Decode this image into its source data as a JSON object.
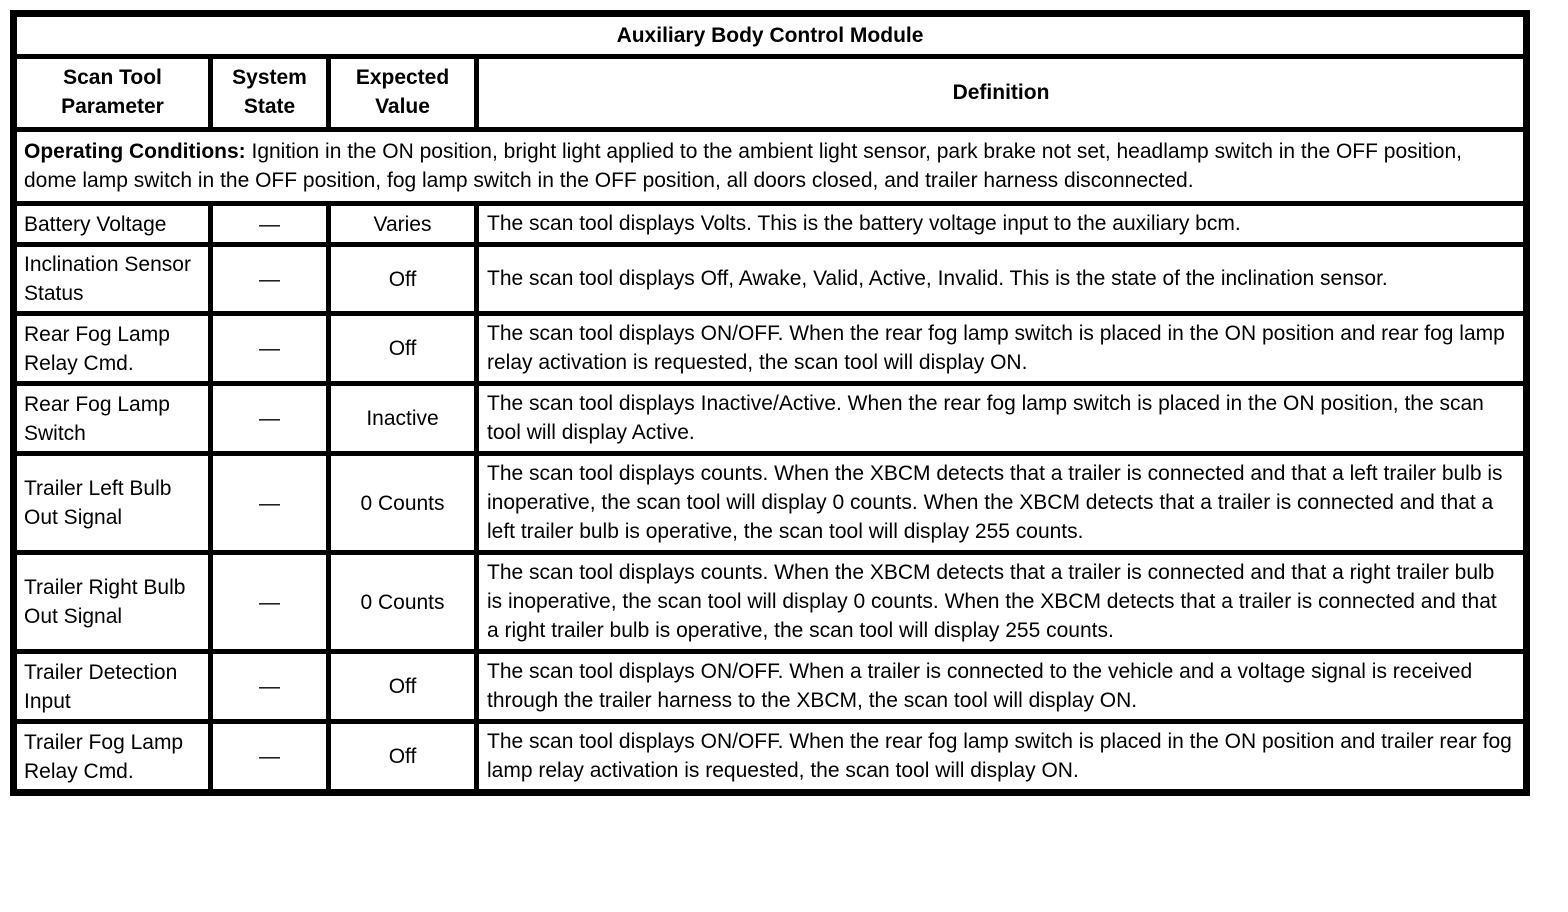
{
  "table": {
    "title": "Auxiliary Body Control Module",
    "columns": [
      "Scan Tool Parameter",
      "System State",
      "Expected Value",
      "Definition"
    ],
    "operating_conditions": {
      "label": "Operating Conditions:",
      "text": " Ignition in the ON position, bright light applied to the ambient light sensor, park brake not set, headlamp switch in the OFF position, dome lamp switch in the OFF position, fog lamp switch in the OFF position, all doors closed, and trailer harness disconnected."
    },
    "rows": [
      {
        "parameter": "Battery Voltage",
        "system_state": "—",
        "expected_value": "Varies",
        "definition": "The scan tool displays Volts. This is the battery voltage input to the auxiliary bcm."
      },
      {
        "parameter": "Inclination Sensor Status",
        "system_state": "—",
        "expected_value": "Off",
        "definition": "The scan tool displays Off, Awake, Valid, Active, Invalid. This is the state of the inclination sensor."
      },
      {
        "parameter": "Rear Fog Lamp Relay Cmd.",
        "system_state": "—",
        "expected_value": "Off",
        "definition": "The scan tool displays ON/OFF. When the rear fog lamp switch is placed in the ON position and rear fog lamp relay activation is requested, the scan tool will display ON."
      },
      {
        "parameter": "Rear Fog Lamp Switch",
        "system_state": "—",
        "expected_value": "Inactive",
        "definition": "The scan tool displays Inactive/Active. When the rear fog lamp switch is placed in the ON position, the scan tool will display Active."
      },
      {
        "parameter": "Trailer Left Bulb Out Signal",
        "system_state": "—",
        "expected_value": "0 Counts",
        "definition": "The scan tool displays counts. When the XBCM detects that a trailer is connected and that a left trailer bulb is inoperative, the scan tool will display 0 counts. When the XBCM detects that a trailer is connected and that a left trailer bulb is operative, the scan tool will display 255 counts."
      },
      {
        "parameter": "Trailer Right Bulb Out Signal",
        "system_state": "—",
        "expected_value": "0 Counts",
        "definition": "The scan tool displays counts. When the XBCM detects that a trailer is connected and that a right trailer bulb is inoperative, the scan tool will display 0 counts. When the XBCM detects that a trailer is connected and that a right trailer bulb is operative, the scan tool will display 255 counts."
      },
      {
        "parameter": "Trailer Detection Input",
        "system_state": "—",
        "expected_value": "Off",
        "definition": "The scan tool displays ON/OFF. When a trailer is connected to the vehicle and a voltage signal is received through the trailer harness to the XBCM, the scan tool will display ON."
      },
      {
        "parameter": "Trailer Fog Lamp Relay Cmd.",
        "system_state": "—",
        "expected_value": "Off",
        "definition": "The scan tool displays ON/OFF. When the rear fog lamp switch is placed in the ON position and trailer rear fog lamp relay activation is requested, the scan tool will display ON."
      }
    ]
  }
}
